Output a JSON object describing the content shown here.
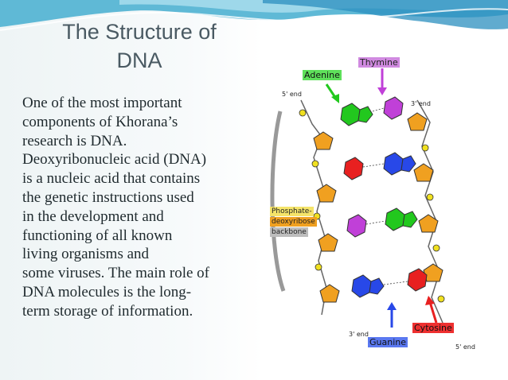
{
  "slide": {
    "title_lines": [
      "The Structure of",
      "DNA"
    ],
    "body_lines": [
      "One of the most important",
      "components of Khorana’s",
      "research is DNA.",
      "Deoxyribonucleic acid (DNA)",
      "is a nucleic acid that contains",
      "the genetic instructions used",
      "in the development and",
      "functioning of all known",
      "living organisms and",
      "some viruses. The main role of",
      "DNA molecules is the long-",
      "term storage of information."
    ]
  },
  "figure": {
    "labels": {
      "thymine": "Thymine",
      "adenine": "Adenine",
      "cytosine": "Cytosine",
      "guanine": "Guanine",
      "backbone": [
        "Phosphate-",
        "deoxyribose",
        "backbone"
      ]
    },
    "ends": {
      "top_left": "5' end",
      "top_right": "3' end",
      "bottom_left": "3' end",
      "bottom_right": "5' end"
    },
    "colors": {
      "thymine": "#c040d8",
      "adenine": "#22c81e",
      "cytosine": "#e82020",
      "guanine": "#2848e8",
      "sugar": "#f0a020",
      "phosphate": "#f0e020",
      "label_bg_thymine": "#d08ae0",
      "label_bg_adenine": "#5ee05a",
      "label_bg_cytosine": "#ee3030",
      "label_bg_guanine": "#5a78f0"
    }
  }
}
